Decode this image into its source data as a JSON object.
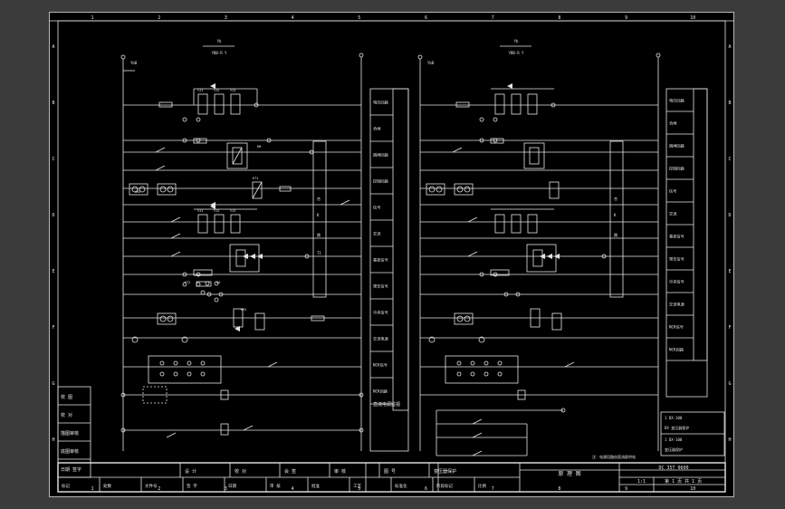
{
  "sheet": {
    "col_markers": [
      "1",
      "2",
      "3",
      "4",
      "5",
      "6",
      "7",
      "8",
      "9",
      "10"
    ],
    "row_markers": [
      "A",
      "B",
      "C",
      "D",
      "E",
      "F",
      "G",
      "H"
    ]
  },
  "circuit_left": {
    "top_label_1": "Yb",
    "top_label_2": "YBB-R Y",
    "source_label": "YbB",
    "relay_labels": [
      "YJ1",
      "YJ2",
      "YJ3",
      "YJ1",
      "YJ2",
      "YJ3",
      "KM",
      "KT1",
      "KT2",
      "KA",
      "KM1",
      "KM2"
    ]
  },
  "circuit_right": {
    "top_label_1": "Yb",
    "top_label_2": "YBB-R Y",
    "source_label": "YbB"
  },
  "legend_left": {
    "items": [
      "电压回路",
      "合闸",
      "跳闸回路",
      "控制回路",
      "信号",
      "交流",
      "事故信号",
      "预告信号",
      "中央信号",
      "交流电源",
      "NCK信号",
      "NCK回路"
    ],
    "bottom": "直流电源监视"
  },
  "legend_right": {
    "items": [
      "电压回路",
      "合闸",
      "跳闸回路",
      "控制回路",
      "信号",
      "交流",
      "事故信号",
      "预告信号",
      "中央信号",
      "交流电源",
      "NCK信号",
      "NCK回路"
    ]
  },
  "side_table": {
    "rows": [
      "校 图",
      "校 对",
      "描图审核",
      "底图审核",
      "日期 签字"
    ]
  },
  "title_block": {
    "row1": [
      "设 计",
      "校 对",
      "会 签",
      "审 核",
      "图 号",
      "变压器保护"
    ],
    "row2": [
      "标记",
      "处数",
      "文件号",
      "签 字",
      "日期",
      "审 核",
      "批准",
      "工艺",
      "标准化",
      "阶段标记",
      "比例"
    ],
    "drawing_title": "原 理 图",
    "drawing_code": "DC   35T   0600",
    "scale": "1:1",
    "sheet_no": "第 1 页  共 1 页",
    "note": "注：电源回路由直流屏供电"
  },
  "notes_box": {
    "lines": [
      "1 DX-100",
      "DX 变压器保护",
      "1 DX-100",
      "变压器保护"
    ]
  }
}
